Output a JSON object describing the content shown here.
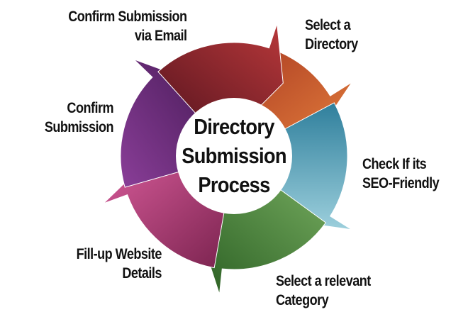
{
  "center": {
    "line1": "Directory",
    "line2": "Submission",
    "line3": "Process"
  },
  "steps": [
    {
      "lines": [
        "Select a",
        "Directory"
      ],
      "color": "#c8602c"
    },
    {
      "lines": [
        "Check If its",
        "SEO-Friendly"
      ],
      "color": "#4a96b0"
    },
    {
      "lines": [
        "Select a relevant",
        "Category"
      ],
      "color": "#3f7a30"
    },
    {
      "lines": [
        "Fill-up Website",
        "Details"
      ],
      "color": "#a8386c"
    },
    {
      "lines": [
        "Confirm",
        "Submission"
      ],
      "color": "#6e2c7c"
    },
    {
      "lines": [
        "Confirm Submission",
        "via Email"
      ],
      "color": "#8c2a36"
    }
  ]
}
